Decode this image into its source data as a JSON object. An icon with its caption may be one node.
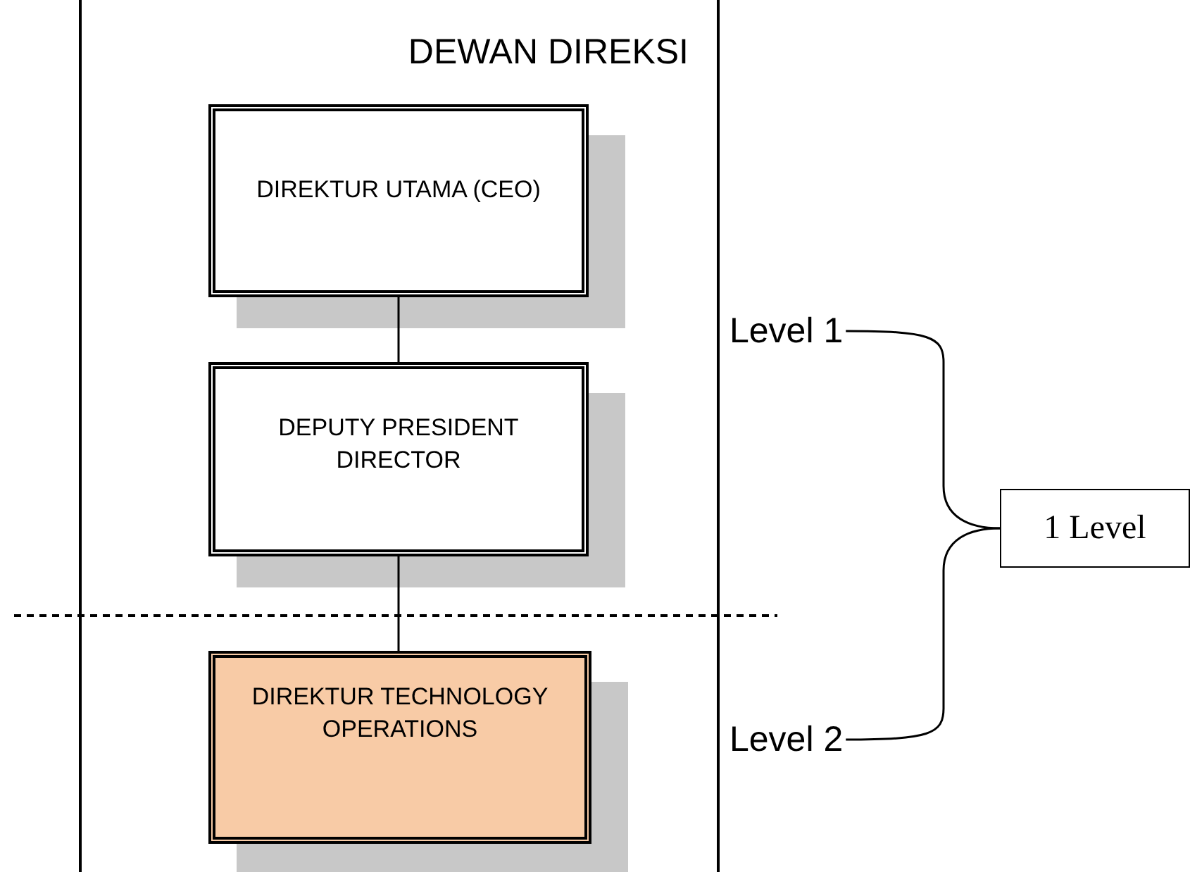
{
  "diagram": {
    "nodes": [
      {
        "text": [
          "DEWAN DIREKSI"
        ]
      },
      {
        "text": [
          "DIREKTUR UTAMA (CEO)"
        ],
        "in": 0
      },
      {
        "text": [
          "DEPUTY PRESIDENT DIRECTOR"
        ],
        "in": 0
      },
      {
        "text": [
          "DIREKTUR TECHNOLOGY OPERATIONS"
        ],
        "in": 0
      },
      {
        "text": [
          "Level 1"
        ]
      },
      {
        "text": [
          "Level 2"
        ]
      },
      {
        "text": [
          "1 Level"
        ]
      }
    ],
    "edges": [
      {
        "from": 1,
        "to": 2,
        "arrow": "none"
      },
      {
        "from": 2,
        "to": 3,
        "arrow": "none"
      },
      {
        "from": 4,
        "to": 6,
        "arrow": "none"
      },
      {
        "from": 5,
        "to": 6,
        "arrow": "none"
      }
    ]
  }
}
